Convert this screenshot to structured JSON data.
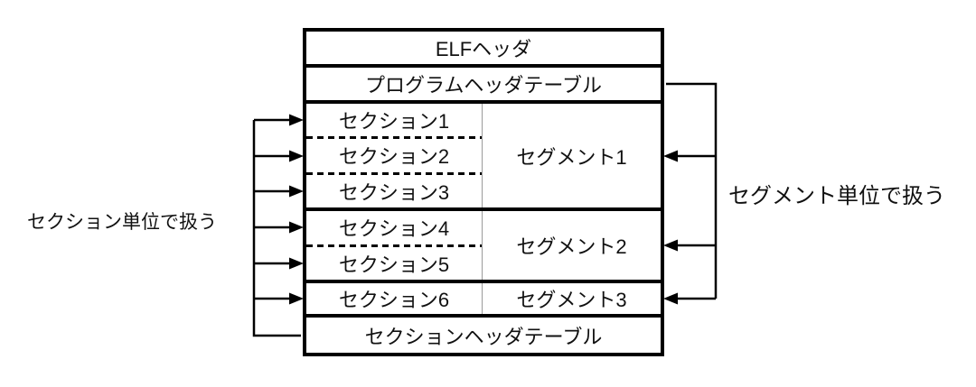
{
  "diagram": {
    "box": {
      "elf_header_label": "ELFヘッダ",
      "program_header_table_label": "プログラムヘッダテーブル",
      "section_header_table_label": "セクションヘッダテーブル",
      "groups": [
        {
          "sections": [
            "セクション1",
            "セクション2",
            "セクション3"
          ],
          "segment": "セグメント1"
        },
        {
          "sections": [
            "セクション4",
            "セクション5"
          ],
          "segment": "セグメント2"
        },
        {
          "sections": [
            "セクション6"
          ],
          "segment": "セグメント3"
        }
      ]
    },
    "annotations": {
      "left_label": "セクション単位で扱う",
      "right_label": "セグメント単位で扱う"
    },
    "colors": {
      "line": "#000000",
      "column_divider": "#9b9b9b",
      "background": "#ffffff"
    }
  }
}
